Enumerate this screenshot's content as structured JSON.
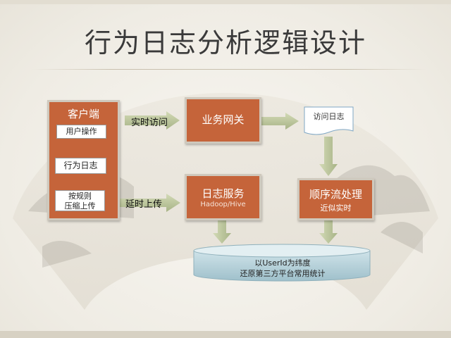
{
  "title": "行为日志分析逻辑设计",
  "nodes": {
    "client": {
      "title": "客户端",
      "steps": [
        "用户操作",
        "行为日志",
        "按规则",
        "压缩上传"
      ]
    },
    "gateway": {
      "label": "业务网关"
    },
    "access_log": {
      "label": "访问日志"
    },
    "log_service": {
      "label": "日志服务",
      "sub": "Hadoop/Hive"
    },
    "seq_process": {
      "label": "顺序流处理",
      "sub": "近似实时"
    },
    "stats_db": {
      "line1": "以UserId为纬度",
      "line2": "还原第三方平台常用统计"
    }
  },
  "edges": {
    "realtime_access": "实时访问",
    "delayed_upload": "延时上传"
  },
  "colors": {
    "node_fill": "#c5643a",
    "arrow_fill": "#bcc79b",
    "db_fill": "#b9d3dc"
  }
}
